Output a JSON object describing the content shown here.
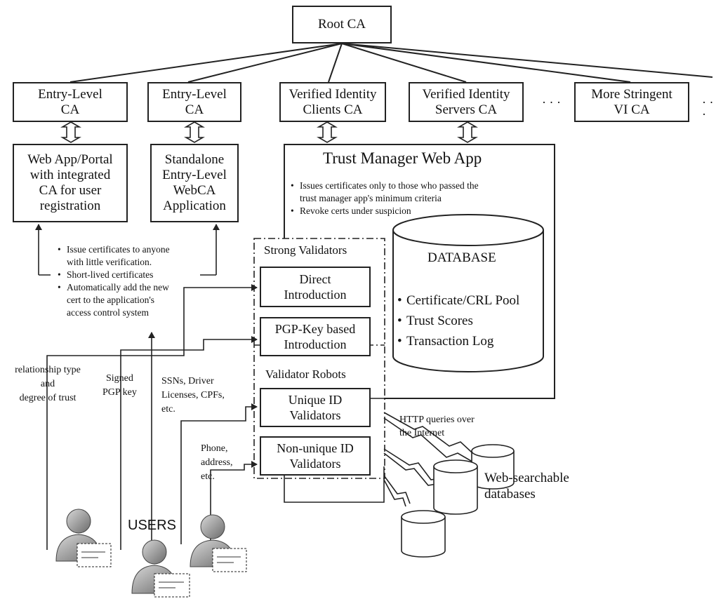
{
  "root_ca": "Root CA",
  "ca_boxes": [
    {
      "label": "Entry-Level\nCA"
    },
    {
      "label": "Entry-Level\nCA"
    },
    {
      "label": "Verified Identity\nClients CA"
    },
    {
      "label": "Verified Identity\nServers CA"
    },
    {
      "label": "More Stringent\nVI CA"
    }
  ],
  "ellipsis": "· · ·",
  "web_app_portal": "Web App/Portal\nwith integrated\nCA for user\nregistration",
  "standalone_app": "Standalone\nEntry-Level\nWebCA\nApplication",
  "entry_level_notes": [
    "Issue certificates to anyone\nwith little verification.",
    "Short-lived  certificates",
    "Automatically add the new\ncert to the application's\naccess control system"
  ],
  "trust_manager": {
    "title": "Trust Manager Web App",
    "notes": [
      "Issues certificates only to those who passed the\ntrust manager app's minimum criteria",
      "Revoke certs under suspicion"
    ]
  },
  "database": {
    "title": "DATABASE",
    "items": [
      "Certificate/CRL  Pool",
      "Trust Scores",
      "Transaction Log"
    ]
  },
  "strong_validators": "Strong Validators",
  "direct_intro": "Direct\nIntroduction",
  "pgp_intro": "PGP-Key  based\nIntroduction",
  "validator_robots": "Validator Robots",
  "unique_id": "Unique ID\nValidators",
  "non_unique_id": "Non-unique ID\nValidators",
  "inputs": {
    "relationship": "relationship type\nand\ndegree of trust",
    "signed_pgp": "Signed\nPGP key",
    "ssns": "SSNs, Driver\nLicenses, CPFs,\netc.",
    "phone": "Phone,\naddress,\netc."
  },
  "http_queries": "HTTP queries over\nthe Internet",
  "web_db_label": "Web-searchable\ndatabases",
  "users_label": "USERS"
}
